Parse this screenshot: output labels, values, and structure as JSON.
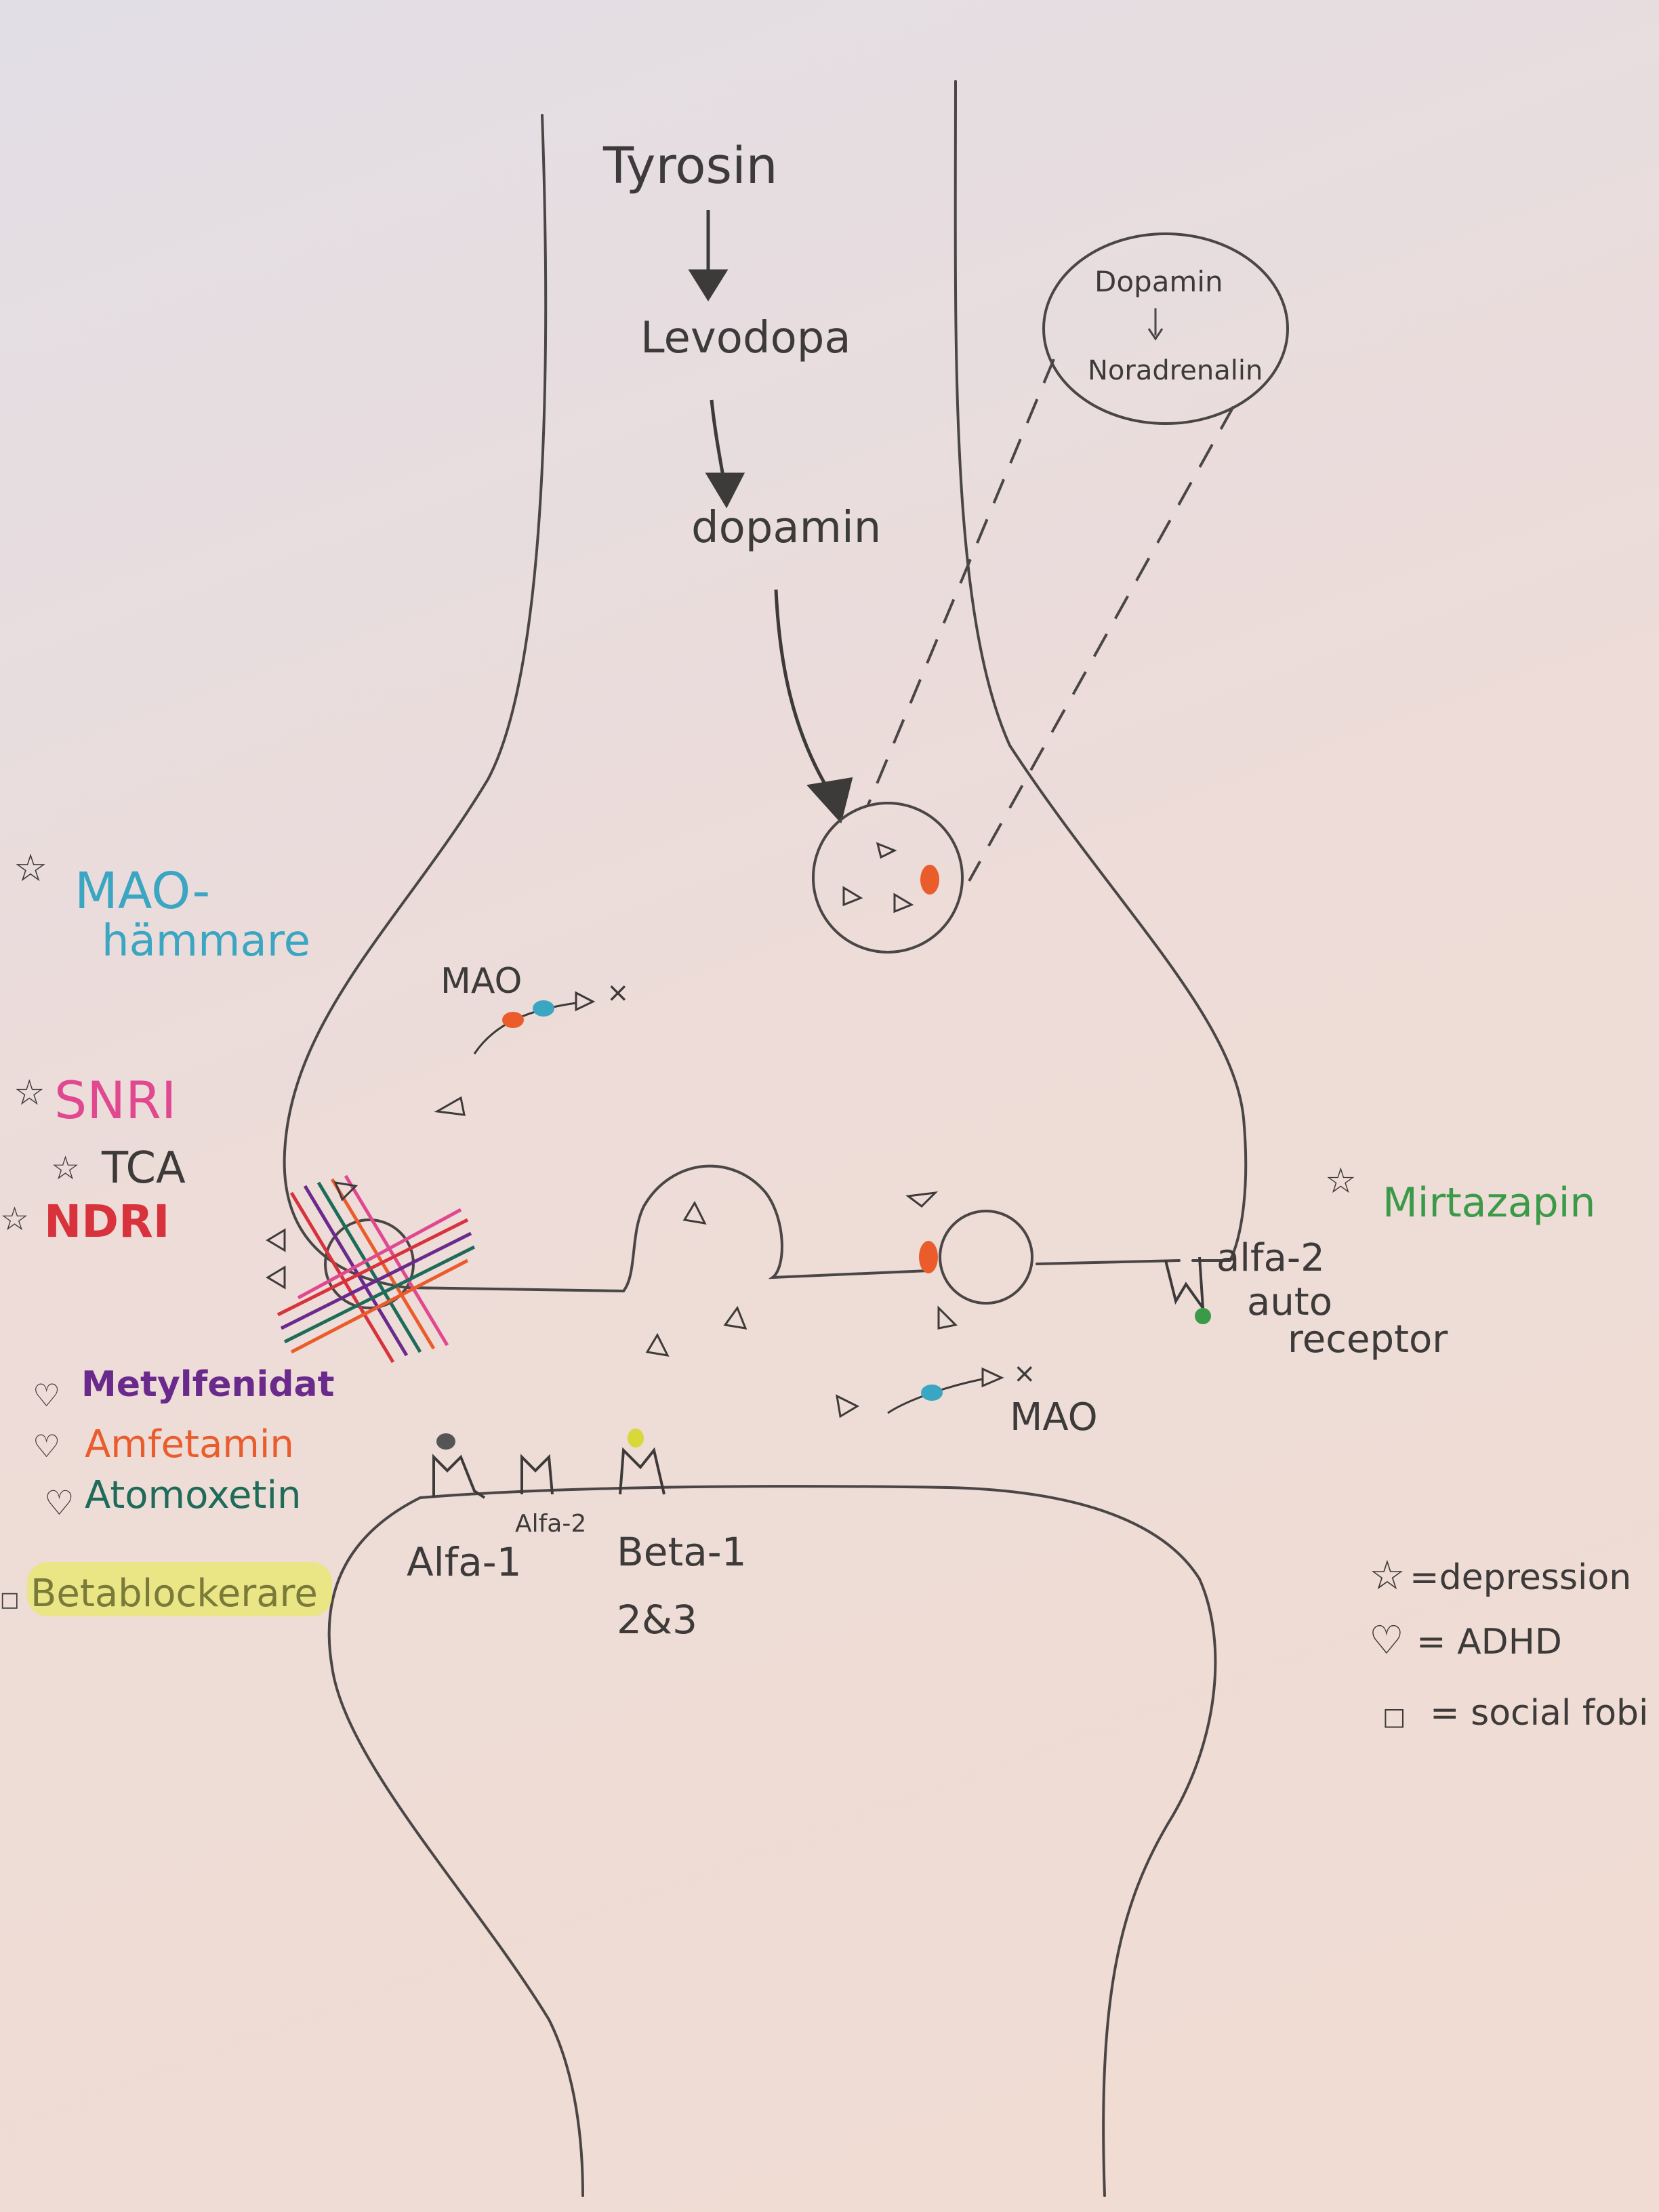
{
  "pathway": {
    "tyrosine": "Tyrosin",
    "levodopa": "Levodopa",
    "dopamine": "dopamin",
    "vesicle_top": "Dopamin",
    "vesicle_bottom": "Noradrenalin"
  },
  "presynaptic": {
    "mao_label": "MAO",
    "alfa2_receptor": [
      "alfa-2",
      "auto",
      "receptor"
    ]
  },
  "synapse": {
    "mao_label": "MAO"
  },
  "postsynaptic": {
    "alfa1": "Alfa-1",
    "alfa2": "Alfa-2",
    "beta_line1": "Beta-1",
    "beta_line2": "2&3"
  },
  "drugs": {
    "mao_inhibitor_line1": "MAO-",
    "mao_inhibitor_line2": "hämmare",
    "snri": "SNRI",
    "tca": "TCA",
    "ndri": "NDRI",
    "metylfenidat": "Metylfenidat",
    "amfetamin": "Amfetamin",
    "atomoxetin": "Atomoxetin",
    "betablockerare": "Betablockerare",
    "mirtazapin": "Mirtazapin"
  },
  "legend": {
    "depression": "=depression",
    "adhd": "= ADHD",
    "social": "= social fobi"
  },
  "colors": {
    "pencil": "#3d3a3a",
    "mao_inhibitor": "#3aa6c2",
    "snri": "#e0488f",
    "ndri": "#d8323c",
    "metylfenidat": "#6a2a8c",
    "amfetamin": "#ea5c2c",
    "atomoxetin": "#1f6b5a",
    "betablockerare": "#d8d83a",
    "mirtazapin": "#3a9a48"
  }
}
